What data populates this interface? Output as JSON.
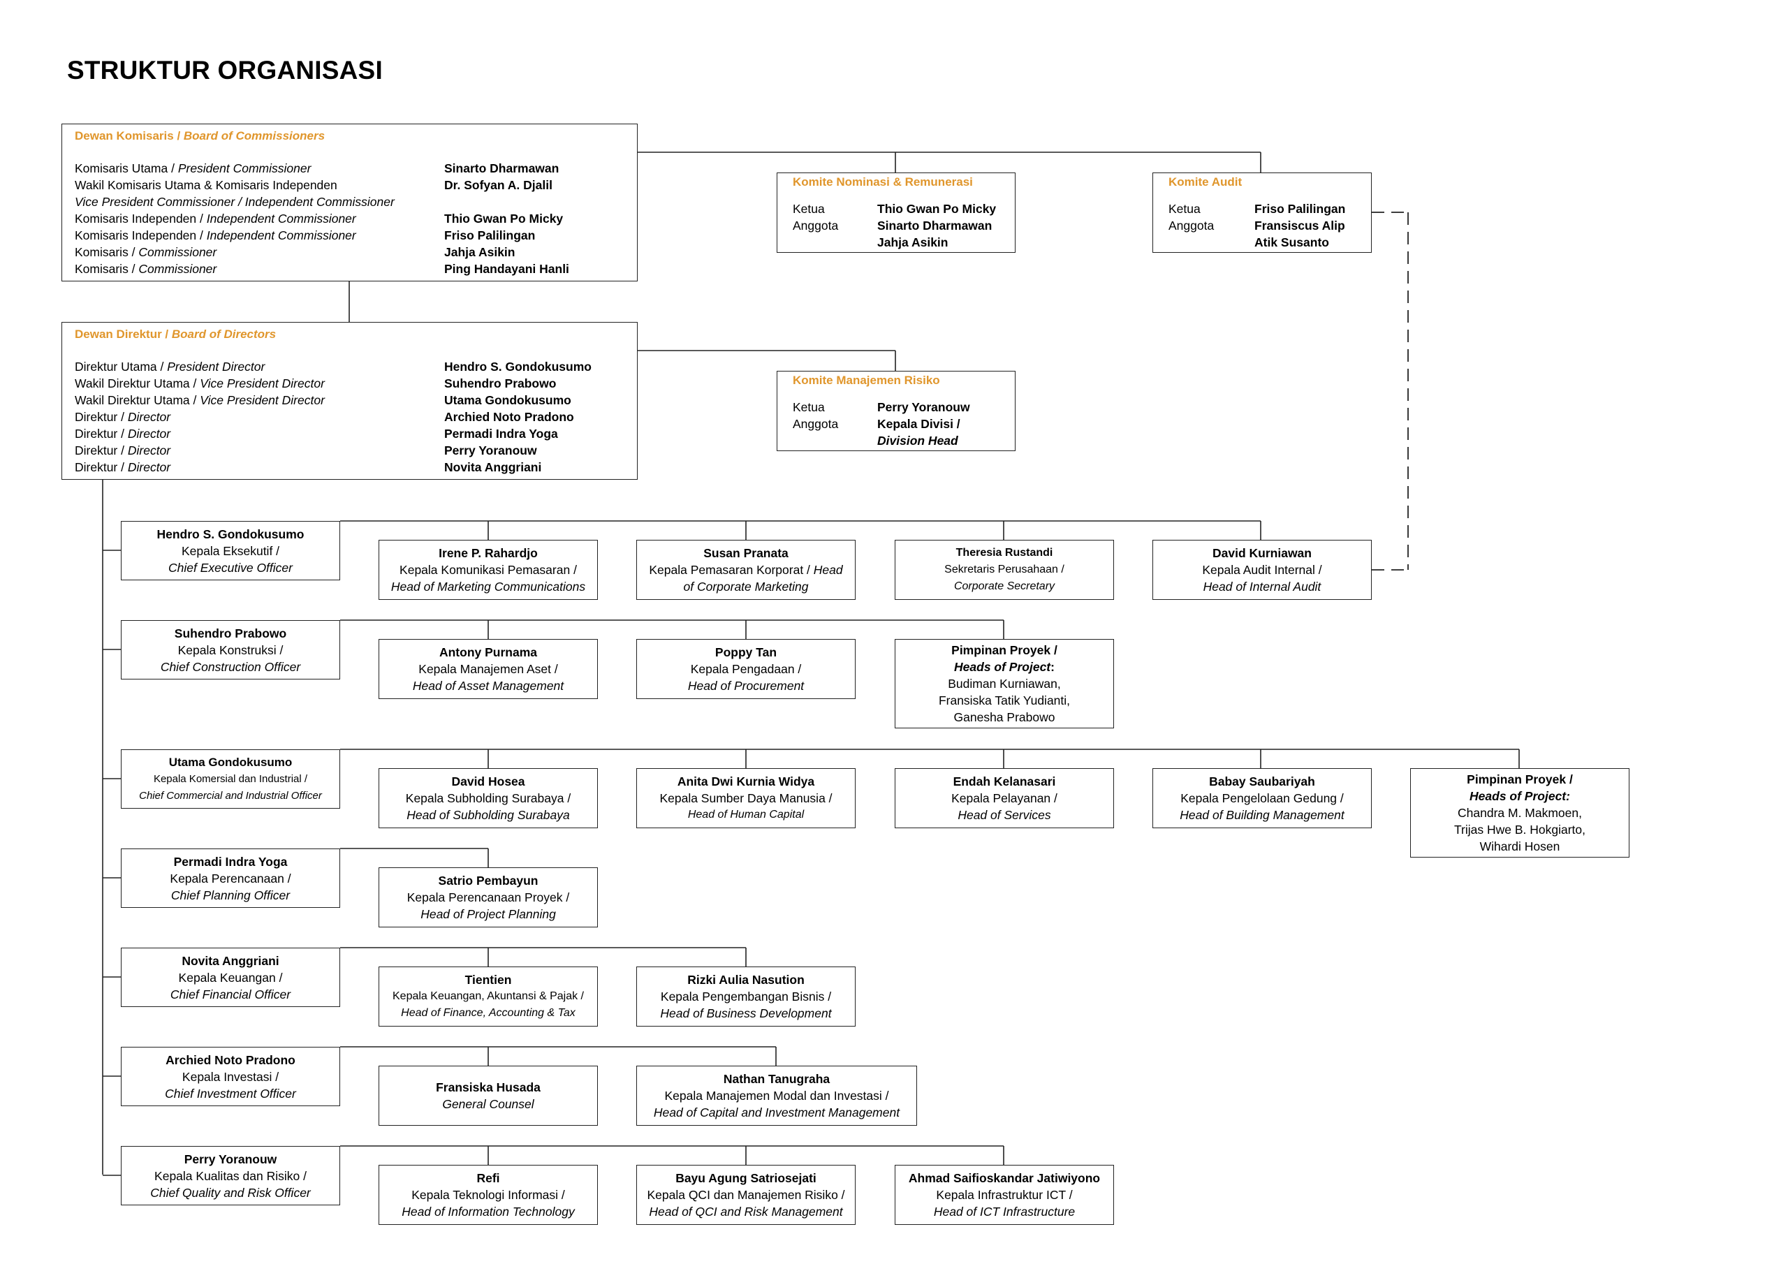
{
  "page_title": "STRUKTUR ORGANISASI",
  "board_of_commissioners": {
    "title_id": "Dewan Komisaris / ",
    "title_en": "Board of Commissioners",
    "members": [
      {
        "pos_id": "Komisaris Utama / ",
        "pos_en": "President Commissioner",
        "name": "Sinarto Dharmawan"
      },
      {
        "pos_id": "Wakil Komisaris Utama & Komisaris Independen",
        "pos_en": "",
        "name": "Dr. Sofyan A. Djalil"
      },
      {
        "pos_id": "",
        "pos_en": "Vice President Commissioner / Independent Commissioner",
        "name": ""
      },
      {
        "pos_id": "Komisaris Independen / ",
        "pos_en": "Independent Commissioner",
        "name": "Thio Gwan Po Micky"
      },
      {
        "pos_id": "Komisaris Independen / ",
        "pos_en": "Independent Commissioner",
        "name": "Friso Palilingan"
      },
      {
        "pos_id": "Komisaris / ",
        "pos_en": "Commissioner",
        "name": "Jahja Asikin"
      },
      {
        "pos_id": "Komisaris / ",
        "pos_en": "Commissioner",
        "name": "Ping Handayani Hanli"
      }
    ]
  },
  "board_of_directors": {
    "title_id": "Dewan Direktur / ",
    "title_en": "Board of Directors",
    "members": [
      {
        "pos_id": "Direktur Utama  / ",
        "pos_en": "President Director",
        "name": "Hendro S. Gondokusumo"
      },
      {
        "pos_id": "Wakil Direktur Utama / ",
        "pos_en": "Vice President Director",
        "name": "Suhendro Prabowo"
      },
      {
        "pos_id": "Wakil Direktur Utama / ",
        "pos_en": "Vice President Director",
        "name": "Utama Gondokusumo"
      },
      {
        "pos_id": "Direktur / ",
        "pos_en": "Director",
        "name": "Archied Noto Pradono"
      },
      {
        "pos_id": "Direktur / ",
        "pos_en": "Director",
        "name": "Permadi Indra Yoga"
      },
      {
        "pos_id": "Direktur / ",
        "pos_en": "Director",
        "name": "Perry Yoranouw"
      },
      {
        "pos_id": "Direktur / ",
        "pos_en": "Director",
        "name": "Novita Anggriani"
      }
    ]
  },
  "committees": {
    "nominasi": {
      "title": "Komite Nominasi & Remunerasi",
      "ketua_label": "Ketua",
      "ketua": "Thio Gwan Po Micky",
      "anggota_label": "Anggota",
      "anggota": [
        "Sinarto Dharmawan",
        "Jahja Asikin"
      ]
    },
    "audit": {
      "title": "Komite Audit",
      "ketua_label": "Ketua",
      "ketua": "Friso Palilingan",
      "anggota_label": "Anggota",
      "anggota": [
        "Fransiscus Alip",
        "Atik Susanto"
      ]
    },
    "risiko": {
      "title": "Komite Manajemen Risiko",
      "ketua_label": "Ketua",
      "ketua": "Perry Yoranouw",
      "anggota_label": "Anggota",
      "anggota": [
        "Kepala Divisi /",
        "Division Head"
      ]
    }
  },
  "rows": [
    {
      "chief": {
        "name": "Hendro S. Gondokusumo",
        "pos_id": "Kepala Eksekutif /",
        "pos_en": "Chief Executive Officer"
      },
      "units": [
        {
          "name": "Irene P. Rahardjo",
          "pos_id": "Kepala Komunikasi Pemasaran /",
          "pos_en": "Head of Marketing Communications"
        },
        {
          "name": "Susan Pranata",
          "pos_id": "Kepala Pemasaran Korporat / ",
          "pos_id_en": "Head",
          "pos_en": "of Corporate Marketing"
        },
        {
          "name": "Theresia Rustandi",
          "pos_id": "Sekretaris Perusahaan /",
          "pos_en": "Corporate Secretary"
        },
        {
          "name": "David Kurniawan",
          "pos_id": "Kepala Audit Internal /",
          "pos_en": "Head of Internal Audit"
        }
      ]
    },
    {
      "chief": {
        "name": "Suhendro Prabowo",
        "pos_id": "Kepala Konstruksi /",
        "pos_en": "Chief Construction Officer"
      },
      "units": [
        {
          "name": "Antony Purnama",
          "pos_id": "Kepala Manajemen Aset /",
          "pos_en": "Head of Asset Management"
        },
        {
          "name": "Poppy Tan",
          "pos_id": "Kepala Pengadaan /",
          "pos_en": "Head of Procurement"
        },
        {
          "label": "Pimpinan Proyek /",
          "label_en": "Heads of Project",
          "label_suffix": ":",
          "people": [
            "Budiman Kurniawan,",
            "Fransiska Tatik Yudianti,",
            "Ganesha Prabowo"
          ]
        }
      ]
    },
    {
      "chief": {
        "name": "Utama Gondokusumo",
        "pos_id": "Kepala Komersial dan Industrial /",
        "pos_en": "Chief Commercial and  Industrial Officer"
      },
      "units": [
        {
          "name": "David Hosea",
          "pos_id": "Kepala Subholding Surabaya /",
          "pos_en": "Head of Subholding Surabaya"
        },
        {
          "name": "Anita Dwi Kurnia Widya",
          "pos_id": "Kepala Sumber Daya Manusia /",
          "pos_en": "Head of Human Capital"
        },
        {
          "name": "Endah Kelanasari",
          "pos_id": "Kepala Pelayanan /",
          "pos_en": "Head of Services"
        },
        {
          "name": "Babay Saubariyah",
          "pos_id": "Kepala Pengelolaan Gedung /",
          "pos_en": "Head of Building Management"
        },
        {
          "label": "Pimpinan Proyek /",
          "label_en": "Heads of Project:",
          "label_suffix": "",
          "people": [
            "Chandra M. Makmoen,",
            "Trijas Hwe B. Hokgiarto,",
            "Wihardi Hosen"
          ]
        }
      ]
    },
    {
      "chief": {
        "name": "Permadi Indra Yoga",
        "pos_id": "Kepala Perencanaan /",
        "pos_en": "Chief Planning Officer"
      },
      "units": [
        {
          "name": "Satrio Pembayun",
          "pos_id": "Kepala Perencanaan Proyek /",
          "pos_en": "Head of Project Planning"
        }
      ]
    },
    {
      "chief": {
        "name": "Novita Anggriani",
        "pos_id": "Kepala Keuangan /",
        "pos_en": "Chief Financial Officer"
      },
      "units": [
        {
          "name": "Tientien",
          "pos_id": "Kepala Keuangan, Akuntansi & Pajak /",
          "pos_en": "Head of Finance, Accounting & Tax"
        },
        {
          "name": "Rizki Aulia Nasution",
          "pos_id": "Kepala Pengembangan Bisnis /",
          "pos_en": "Head of Business Development"
        }
      ]
    },
    {
      "chief": {
        "name": "Archied Noto Pradono",
        "pos_id": "Kepala Investasi /",
        "pos_en": "Chief Investment Officer"
      },
      "units": [
        {
          "name": "Fransiska Husada",
          "pos_id": "",
          "pos_en": "General Counsel"
        },
        {
          "name": "Nathan Tanugraha",
          "pos_id": "Kepala Manajemen Modal dan Investasi /",
          "pos_en": "Head of Capital and Investment Management"
        }
      ]
    },
    {
      "chief": {
        "name": "Perry Yoranouw",
        "pos_id": "Kepala Kualitas dan Risiko /",
        "pos_en": "Chief Quality and Risk Officer"
      },
      "units": [
        {
          "name": "Refi",
          "pos_id": "Kepala Teknologi Informasi /",
          "pos_en": "Head of Information Technology"
        },
        {
          "name": "Bayu Agung Satriosejati",
          "pos_id": "Kepala QCI dan Manajemen Risiko /",
          "pos_en": "Head of QCI and Risk Management"
        },
        {
          "name": "Ahmad Saifioskandar Jatiwiyono",
          "pos_id": "Kepala Infrastruktur ICT /",
          "pos_en": "Head of ICT Infrastructure"
        }
      ]
    }
  ]
}
